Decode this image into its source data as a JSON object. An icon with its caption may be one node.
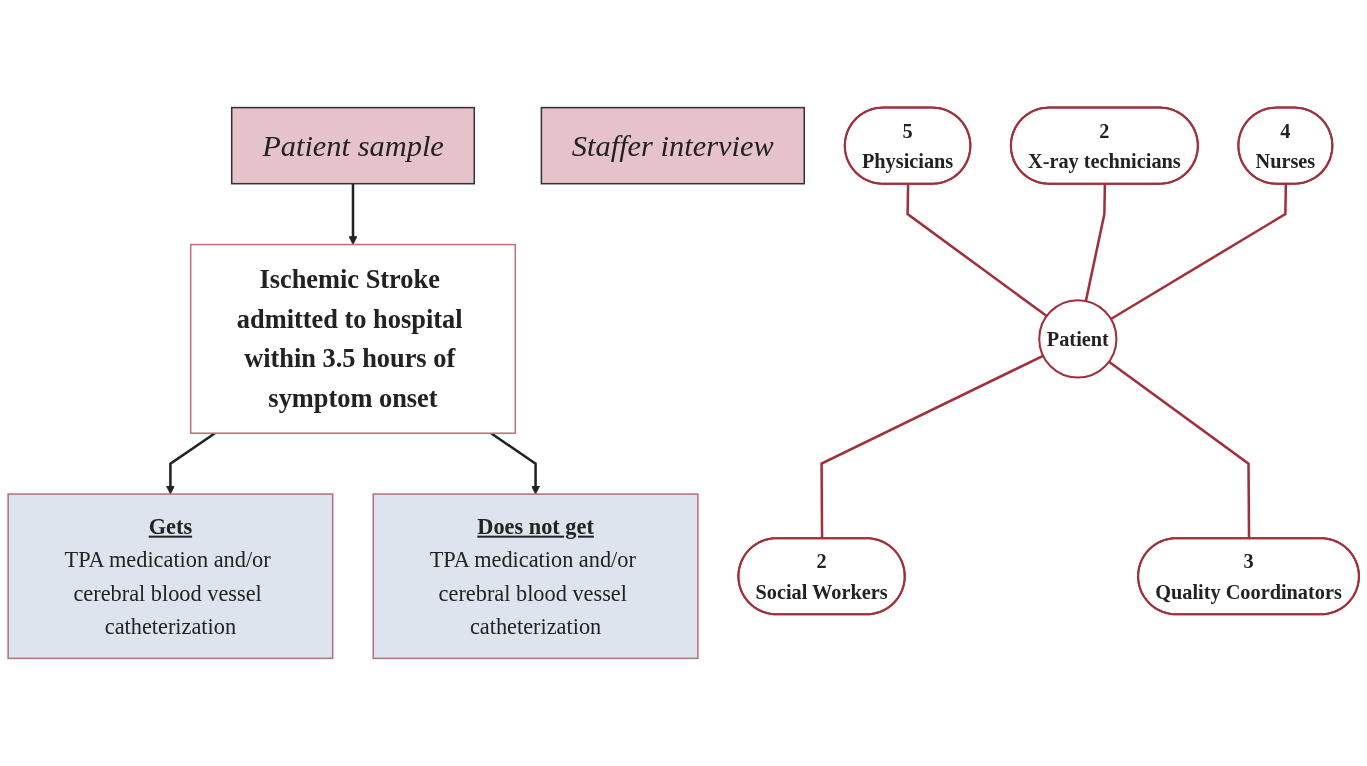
{
  "diagram": {
    "nodes": [
      {
        "text": [
          "Patient sample"
        ]
      },
      {
        "text": [
          "Ischemic Stroke admitted to hospital within 3.5 hours of symptom onset"
        ]
      },
      {
        "text": [
          "Gets",
          "TPA medication and/or cerebral blood vessel catheterization"
        ]
      },
      {
        "text": [
          "Does not get",
          "TPA medication and/or cerebral blood vessel catheterization"
        ]
      },
      {
        "text": [
          "Staffer interview"
        ]
      },
      {
        "text": [
          "Patient"
        ]
      },
      {
        "text": [
          "5",
          "Physicians"
        ]
      },
      {
        "text": [
          "2",
          "X-ray technicians"
        ]
      },
      {
        "text": [
          "4",
          "Nurses"
        ]
      },
      {
        "text": [
          "2",
          "Social Workers"
        ]
      },
      {
        "text": [
          "3",
          "Quality Coordinators"
        ]
      }
    ],
    "edges": [
      {
        "from": 0,
        "to": 1,
        "arrow": "to",
        "color": "#222222"
      },
      {
        "from": 1,
        "to": 2,
        "arrow": "to",
        "color": "#222222"
      },
      {
        "from": 1,
        "to": 3,
        "arrow": "to",
        "color": "#222222"
      },
      {
        "from": 6,
        "to": 5,
        "arrow": "none"
      },
      {
        "from": 7,
        "to": 5,
        "arrow": "none"
      },
      {
        "from": 8,
        "to": 5,
        "arrow": "none"
      },
      {
        "from": 5,
        "to": 9,
        "arrow": "none"
      },
      {
        "from": 5,
        "to": 10,
        "arrow": "none"
      }
    ]
  }
}
